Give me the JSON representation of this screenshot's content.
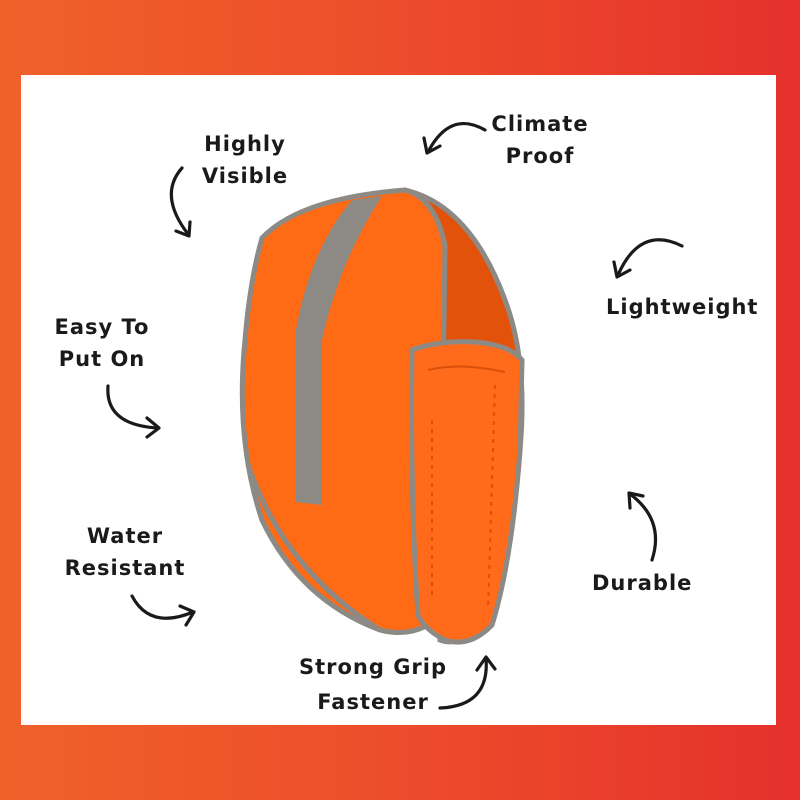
{
  "colors": {
    "frame_left": "#f0612a",
    "frame_right": "#e5302c",
    "band_orange": "#ff6a14",
    "band_dark": "#e2520a",
    "reflective_strip": "#8d8a86",
    "text": "#1a1a1a"
  },
  "callouts": {
    "highly_visible": [
      "Highly",
      "Visible"
    ],
    "climate_proof": [
      "Climate",
      "Proof"
    ],
    "lightweight": [
      "Lightweight"
    ],
    "easy_to_put_on": [
      "Easy To",
      "Put On"
    ],
    "water_resistant": [
      "Water",
      "Resistant"
    ],
    "durable": [
      "Durable"
    ],
    "strong_grip": [
      "Strong Grip",
      "Fastener"
    ]
  },
  "icons": {
    "arrow": "curved-arrow-icon"
  }
}
